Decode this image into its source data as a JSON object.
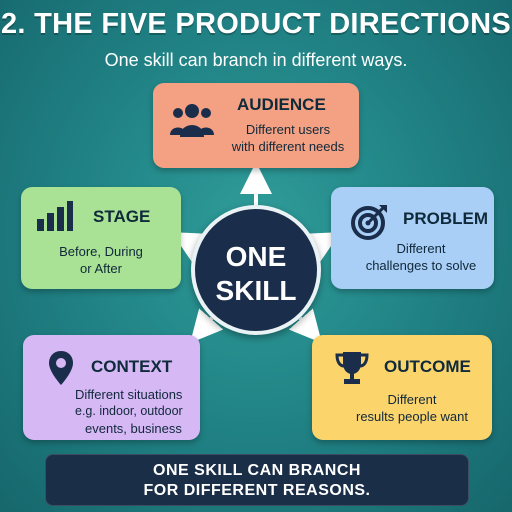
{
  "header": {
    "title": "2. THE FIVE PRODUCT DIRECTIONS",
    "subtitle": "One skill can branch in different ways."
  },
  "hub": {
    "line1": "ONE",
    "line2": "SKILL"
  },
  "directions": {
    "audience": {
      "title": "AUDIENCE",
      "desc1": "Different users",
      "desc2": "with different needs",
      "icon": "people-icon",
      "color": "#f4a183"
    },
    "stage": {
      "title": "STAGE",
      "desc1": "Before, During",
      "desc2": "or After",
      "icon": "bar-chart-icon",
      "color": "#a9e195"
    },
    "problem": {
      "title": "PROBLEM",
      "desc1": "Different",
      "desc2": "challenges to solve",
      "icon": "target-icon",
      "color": "#a9cff6"
    },
    "context": {
      "title": "CONTEXT",
      "desc1": "Different situations",
      "desc2": "e.g. indoor, outdoor",
      "desc3": "events, business",
      "icon": "location-pin-icon",
      "color": "#d6b8f5"
    },
    "outcome": {
      "title": "OUTCOME",
      "desc1": "Different",
      "desc2": "results people want",
      "icon": "trophy-icon",
      "color": "#fbd46c"
    }
  },
  "footer": {
    "line1": "ONE SKILL CAN BRANCH",
    "line2": "FOR DIFFERENT REASONS."
  }
}
